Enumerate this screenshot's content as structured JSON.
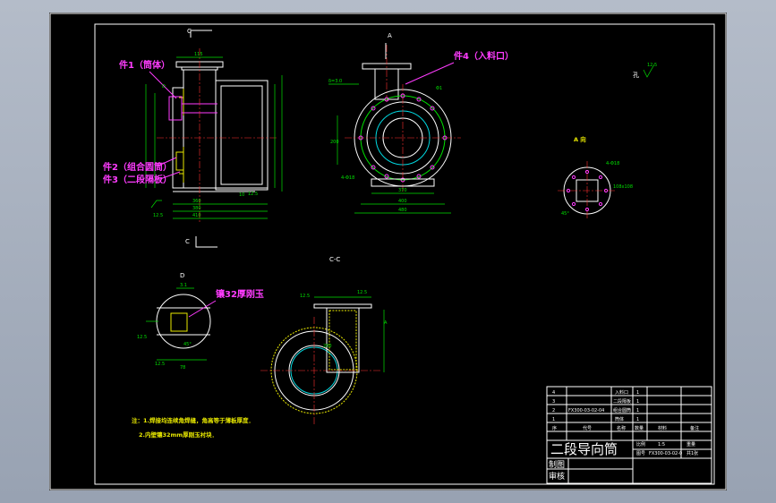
{
  "drawing": {
    "views": {
      "section_c_top": "C",
      "section_c_bottom": "C",
      "view_a_top": "A",
      "view_a_label": "A  向",
      "section_cc": "C-C",
      "detail_d": "D"
    },
    "callouts": {
      "part1": "件1（筒体）",
      "part2": "件2（组合圆筒）",
      "part3": "件3（二段隔板）",
      "part4": "件4（入料口）",
      "lining_note": "镶32厚刚玉"
    },
    "dims": {
      "d_top": "115",
      "d_410": "410",
      "d_380": "380",
      "d_352": "352",
      "d_360": "360",
      "d_370": "370",
      "d_400": "400",
      "d_200": "200",
      "d_480": "480",
      "d_delta30": "δ=3.0",
      "d_12_5": "12.5",
      "d_10": "10",
      "d_3_1": "3.1",
      "d_45deg": "45°",
      "d_78": "78",
      "d_hole": "孔",
      "d_rough": "12.5",
      "d_108": "108x108",
      "d_4holes": "4-Φ18",
      "d_phi": "Φ1",
      "d_d": "D"
    },
    "notes": {
      "line1": "注：1.焊接均连续角焊缝，角高等于薄板厚度．",
      "line2": "2.内壁镶32mm厚刚玉衬块．"
    },
    "title_block": {
      "title": "二段导向筒",
      "draw_label": "制图",
      "check_label": "审核",
      "bom_rows": [
        {
          "no": "4",
          "code": "",
          "name": "入料口",
          "qty": "1"
        },
        {
          "no": "3",
          "code": "",
          "name": "二段隔板",
          "qty": "1"
        },
        {
          "no": "2",
          "code": "FX300-03-02-04",
          "name": "组合圆筒",
          "qty": "1"
        },
        {
          "no": "1",
          "code": "",
          "name": "筒体",
          "qty": "1"
        }
      ],
      "header": {
        "no": "序",
        "code": "代号",
        "name": "名称",
        "qty": "数量",
        "material": "材料",
        "remark": "备注"
      },
      "scale_label": "比例",
      "scale_value": "1:5",
      "drawing_no_label": "图号",
      "drawing_no_value": "FX300-03-02-0",
      "sheet_label": "共1张",
      "weight_label": "重量"
    }
  },
  "colors": {
    "outline": "#ffffff",
    "dimension": "#00e000",
    "lining": "#e8e800",
    "centerline": "#ff3030",
    "callout": "#ff3cff",
    "inner": "#00d8e0"
  }
}
